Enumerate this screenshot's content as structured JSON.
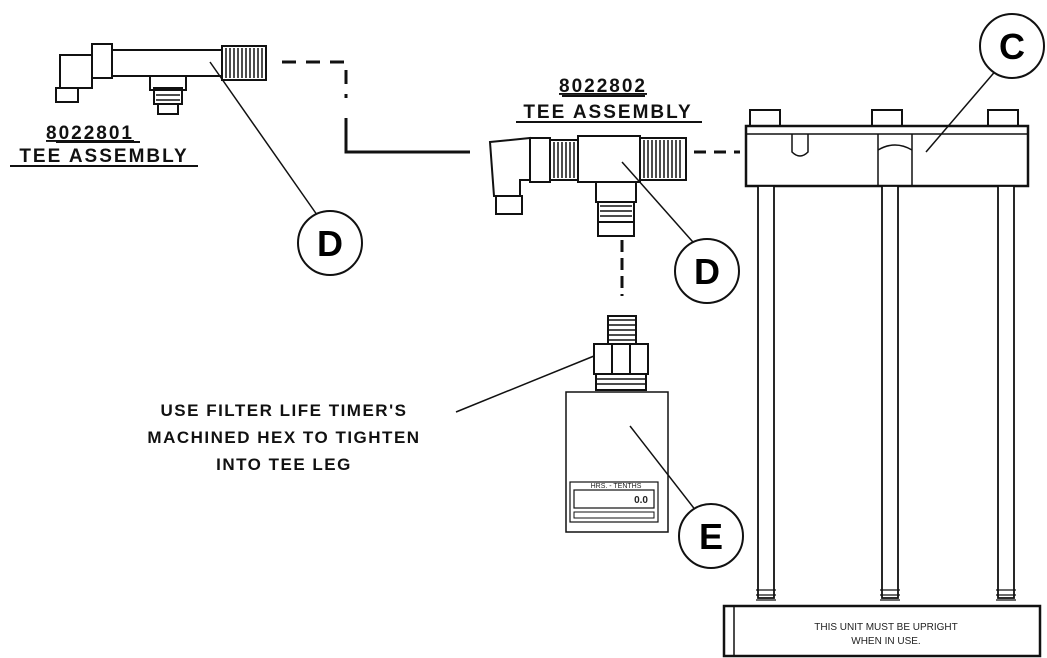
{
  "labels": {
    "tee1_part": "8022801",
    "tee1_name": "TEE ASSEMBLY",
    "tee2_part": "8022802",
    "tee2_name": "TEE ASSEMBLY",
    "instruction_line1": "USE FILTER LIFE TIMER'S",
    "instruction_line2": "MACHINED HEX TO TIGHTEN",
    "instruction_line3": "INTO TEE LEG"
  },
  "callouts": {
    "c": "C",
    "d1": "D",
    "d2": "D",
    "e": "E"
  },
  "timer": {
    "header": "HRS. - TENTHS",
    "reading": "0.0"
  },
  "base_plate": {
    "line1": "THIS UNIT MUST BE UPRIGHT",
    "line2": "WHEN IN USE."
  }
}
